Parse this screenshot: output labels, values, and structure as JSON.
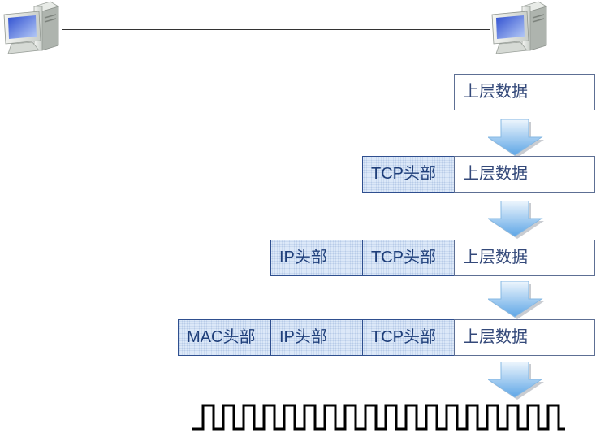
{
  "hosts": {
    "sender_icon": "computer-icon",
    "receiver_icon": "computer-icon"
  },
  "rows": [
    {
      "cells": [
        {
          "label": "上层数据"
        }
      ]
    },
    {
      "cells": [
        {
          "label": "TCP头部"
        },
        {
          "label": "上层数据"
        }
      ]
    },
    {
      "cells": [
        {
          "label": "IP头部"
        },
        {
          "label": "TCP头部"
        },
        {
          "label": "上层数据"
        }
      ]
    },
    {
      "cells": [
        {
          "label": "MAC头部"
        },
        {
          "label": "IP头部"
        },
        {
          "label": "TCP头部"
        },
        {
          "label": "上层数据"
        }
      ]
    }
  ],
  "arrows": {
    "icon": "down-arrow-icon"
  },
  "signal": {
    "icon": "square-wave-icon"
  },
  "colors": {
    "header_fill": "#dce8f8",
    "border": "#2f4f8f",
    "text": "#1f3f7a",
    "arrow": "#5ea6e6",
    "screen": "#3d5fd8"
  }
}
